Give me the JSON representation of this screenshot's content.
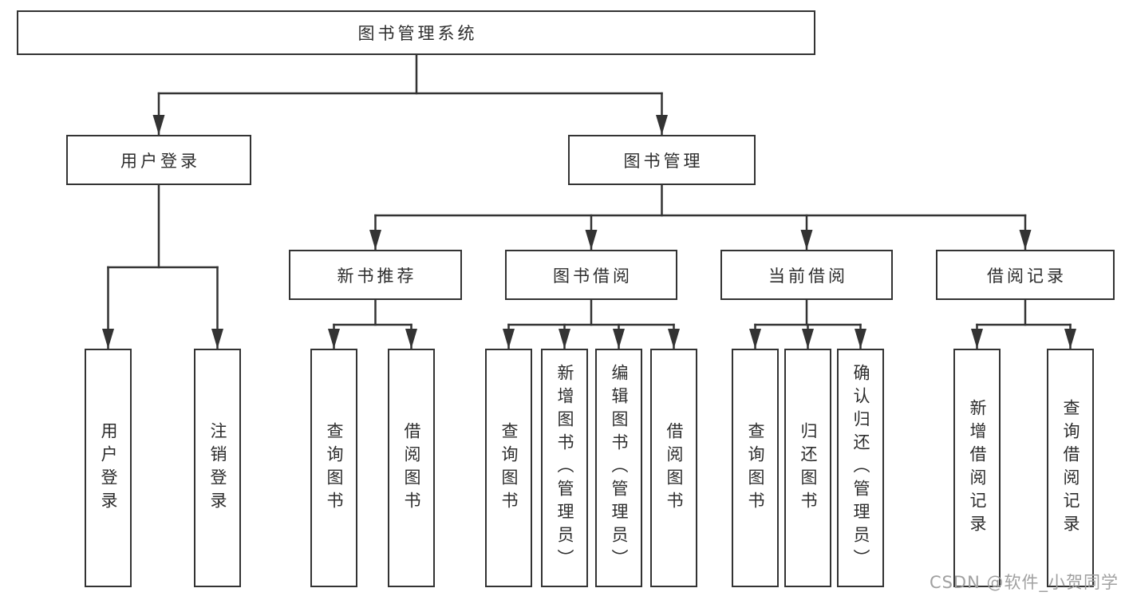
{
  "diagram": {
    "root": {
      "label": "图书管理系统"
    },
    "branches": [
      {
        "label": "用户登录",
        "children": [
          {
            "label": "用户登录"
          },
          {
            "label": "注销登录"
          }
        ]
      },
      {
        "label": "图书管理",
        "children": [
          {
            "label": "新书推荐",
            "children": [
              {
                "label": "查询图书"
              },
              {
                "label": "借阅图书"
              }
            ]
          },
          {
            "label": "图书借阅",
            "children": [
              {
                "label": "查询图书"
              },
              {
                "label": "新增图书（管理员）"
              },
              {
                "label": "编辑图书（管理员）"
              },
              {
                "label": "借阅图书"
              }
            ]
          },
          {
            "label": "当前借阅",
            "children": [
              {
                "label": "查询图书"
              },
              {
                "label": "归还图书"
              },
              {
                "label": "确认归还（管理员）"
              }
            ]
          },
          {
            "label": "借阅记录",
            "children": [
              {
                "label": "新增借阅记录"
              },
              {
                "label": "查询借阅记录"
              }
            ]
          }
        ]
      }
    ]
  },
  "watermark": {
    "text": "CSDN @软件_小贺同学"
  },
  "colors": {
    "line": "#333333",
    "text": "#2d2d2d",
    "watermark": "#a0a0a0",
    "background": "#ffffff"
  }
}
